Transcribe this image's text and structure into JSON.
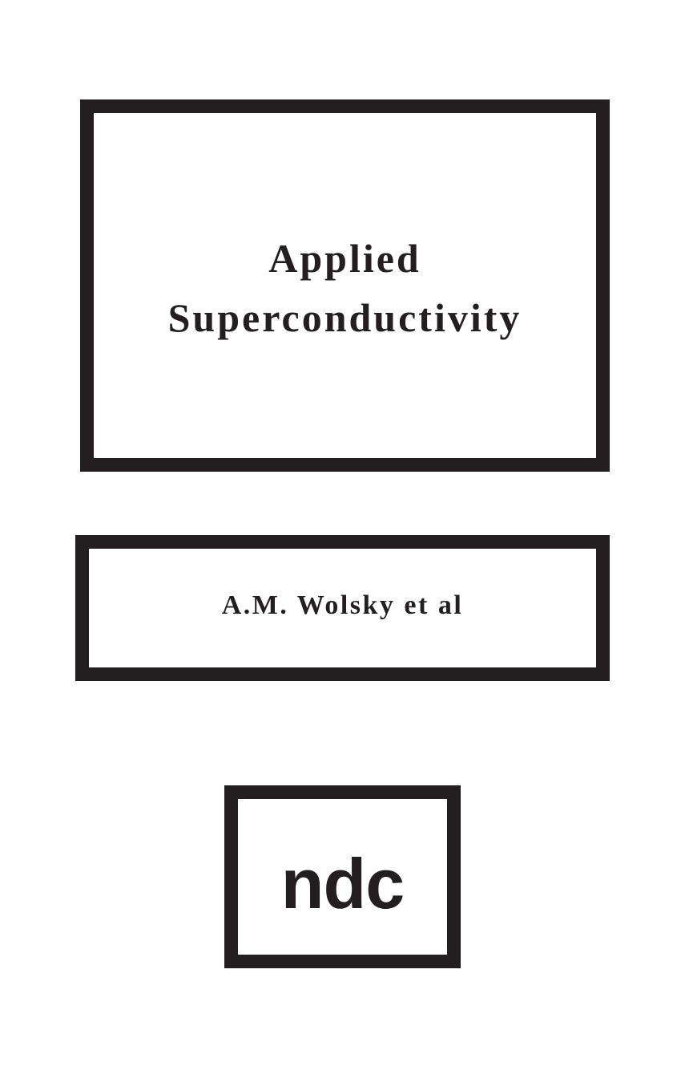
{
  "cover": {
    "title_line1": "Applied",
    "title_line2": "Superconductivity",
    "author": "A.M. Wolsky et al",
    "publisher_logo": "ndc"
  },
  "colors": {
    "ink": "#231f20",
    "background": "#ffffff"
  }
}
